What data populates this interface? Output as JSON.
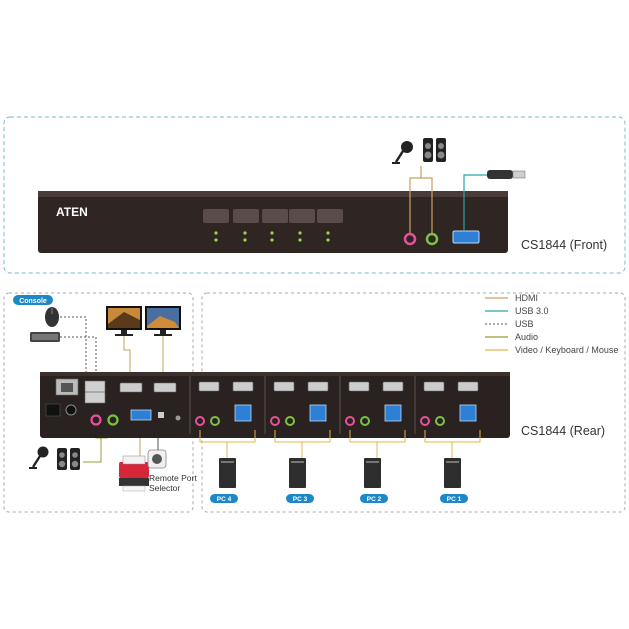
{
  "brand": "ATEN",
  "front": {
    "label": "CS1844 (Front)",
    "button_count": 5
  },
  "rear": {
    "label": "CS1844 (Rear)"
  },
  "console": {
    "badge": "Console"
  },
  "remote_port": {
    "label_line1": "Remote Port",
    "label_line2": "Selector"
  },
  "legend": {
    "items": [
      {
        "label": "HDMI",
        "color": "#c8a25e",
        "style": "solid"
      },
      {
        "label": "USB 3.0",
        "color": "#2aa7a0",
        "style": "solid"
      },
      {
        "label": "USB",
        "color": "#555555",
        "style": "dashed"
      },
      {
        "label": "Audio",
        "color": "#9a9a3a",
        "style": "solid"
      },
      {
        "label": "Video / Keyboard / Mouse",
        "color": "#e0b94c",
        "style": "solid"
      }
    ]
  },
  "pcs": [
    {
      "label": "PC 4"
    },
    {
      "label": "PC 3"
    },
    {
      "label": "PC 2"
    },
    {
      "label": "PC 1"
    }
  ],
  "colors": {
    "device": "#2a2220",
    "device_front": "#3a2f2c",
    "led": "#9bd64a",
    "badge": "#1e88c7",
    "audio_pink": "#e8519a",
    "audio_green": "#7cc242",
    "usb3_blue": "#2e7fd6",
    "frame": "#7ab8d6"
  }
}
